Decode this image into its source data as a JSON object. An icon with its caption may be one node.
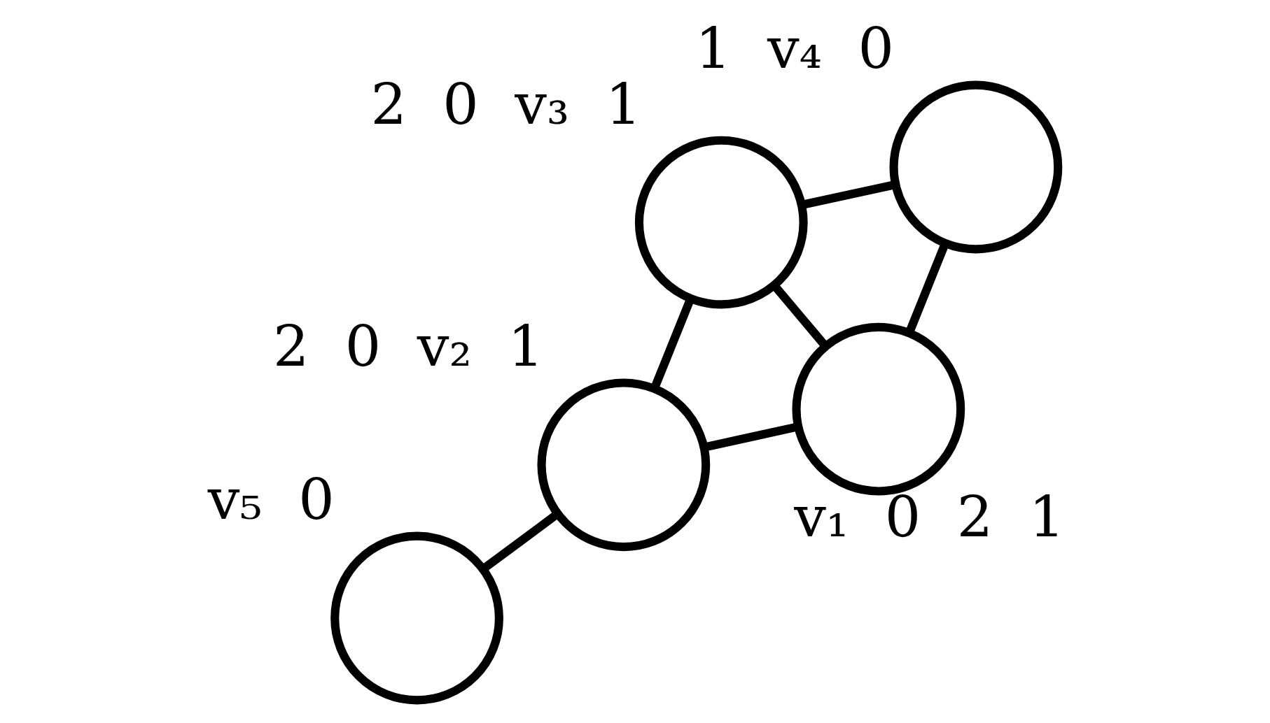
{
  "diagram": {
    "nodes": [
      {
        "text": [],
        "shape": "circle",
        "beside": [
          "v₅",
          "0"
        ]
      },
      {
        "text": [],
        "shape": "circle",
        "beside": [
          "v₁",
          "0",
          "2",
          "1"
        ]
      },
      {
        "text": [],
        "shape": "circle",
        "beside": [
          "2",
          "0",
          "v₂",
          "1"
        ]
      },
      {
        "text": [],
        "shape": "circle",
        "beside": [
          "2",
          "0",
          "v₃",
          "1"
        ]
      },
      {
        "text": [],
        "shape": "circle",
        "beside": [
          "1",
          "v₄",
          "0"
        ]
      }
    ],
    "edges": [
      {
        "from": 0,
        "to": 2,
        "arrow": "none"
      },
      {
        "from": 2,
        "to": 1,
        "arrow": "none"
      },
      {
        "from": 1,
        "to": 3,
        "arrow": "none"
      },
      {
        "from": 1,
        "to": 4,
        "arrow": "none"
      },
      {
        "from": 2,
        "to": 3,
        "arrow": "none"
      },
      {
        "from": 3,
        "to": 4,
        "arrow": "none"
      }
    ]
  }
}
